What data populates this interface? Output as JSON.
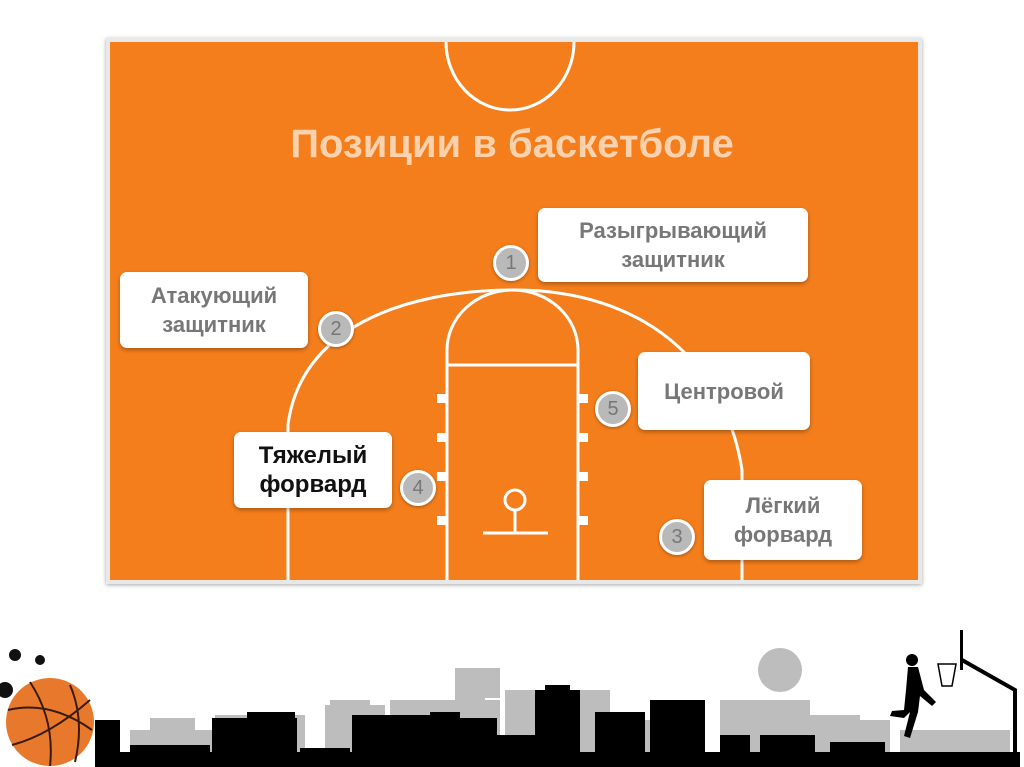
{
  "title": "Позиции в баскетболе",
  "positions": [
    {
      "number": "1",
      "label_line1": "Разыгрывающий",
      "label_line2": "защитник"
    },
    {
      "number": "2",
      "label_line1": "Атакующий",
      "label_line2": "защитник"
    },
    {
      "number": "3",
      "label_line1": "Лёгкий",
      "label_line2": "форвард"
    },
    {
      "number": "4",
      "label_line1": "Тяжелый",
      "label_line2": "форвард"
    },
    {
      "number": "5",
      "label_line1": "Центровой",
      "label_line2": ""
    }
  ],
  "colors": {
    "court": "#f47e1c",
    "lines": "#ffffff",
    "badge": "#b9b9b9"
  }
}
